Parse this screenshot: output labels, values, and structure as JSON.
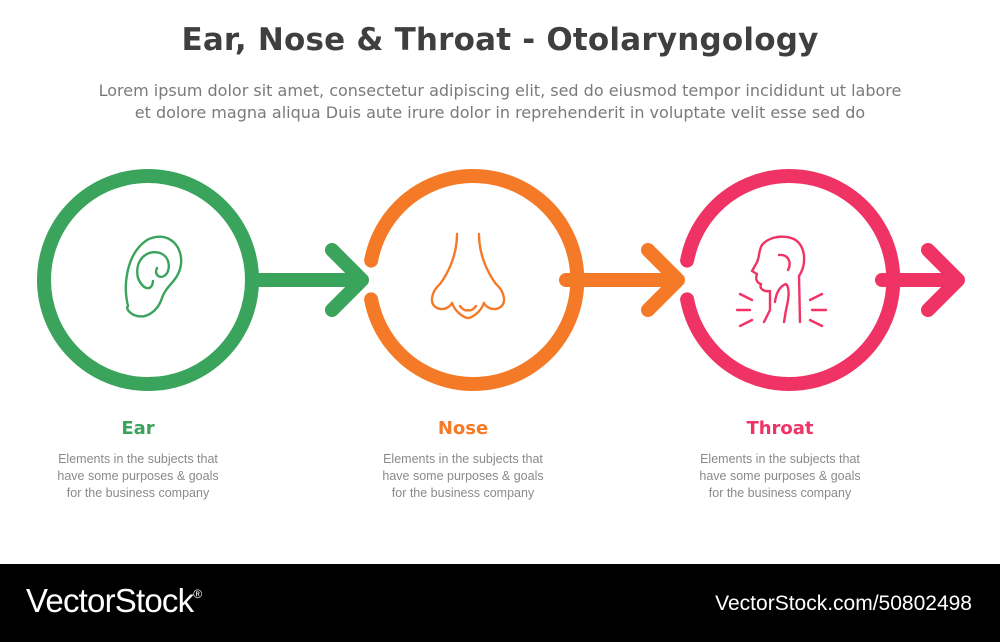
{
  "header": {
    "title": "Ear, Nose & Throat - Otolaryngology",
    "subtitle_line1": "Lorem ipsum dolor sit amet, consectetur adipiscing elit, sed do eiusmod tempor incididunt ut labore",
    "subtitle_line2": "et dolore magna aliqua Duis aute irure dolor in reprehenderit in voluptate velit esse sed do"
  },
  "steps": [
    {
      "label": "Ear",
      "color": "#3aa35c",
      "icon": "ear-icon",
      "description": "Elements in the subjects that\nhave  some purposes & goals\nfor the  business company"
    },
    {
      "label": "Nose",
      "color": "#f47a28",
      "icon": "nose-icon",
      "description": "Elements in the subjects that\nhave  some purposes & goals\nfor the  business company"
    },
    {
      "label": "Throat",
      "color": "#ef3465",
      "icon": "throat-icon",
      "description": "Elements in the subjects that\nhave  some purposes & goals\nfor the  business company"
    }
  ],
  "footer": {
    "brand": "VectorStock",
    "registered_mark": "®",
    "credit": "VectorStock.com/50802498"
  }
}
